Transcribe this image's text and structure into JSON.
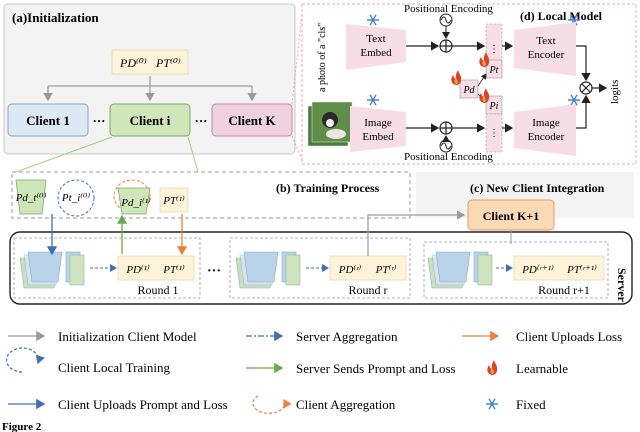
{
  "init": {
    "title": "(a)Initialization",
    "pd0": "PD⁽⁰⁾",
    "pt0": "PT⁽⁰⁾",
    "client1": "Client 1",
    "clienti": "Client i",
    "clientk": "Client K",
    "dots": "···"
  },
  "local": {
    "title": "(d) Local Model",
    "pos_enc_top": "Positional Encoding",
    "pos_enc_bottom": "Positional Encoding",
    "text_input": "a photo of a \"cls\"",
    "text_embed": "Text Embed",
    "image_embed": "Image Embed",
    "text_encoder": "Text Encoder",
    "image_encoder": "Image Encoder",
    "pt": "Pt",
    "pd": "Pd",
    "pi": "Pi",
    "logits": "logits"
  },
  "training": {
    "title": "(b) Training Process",
    "pd_t0": "Pd_t⁽⁰⁾",
    "pt_i0": "Pt_i⁽⁰⁾",
    "pd_i1": "Pd_i⁽¹⁾",
    "pt_1": "PT⁽¹⁾",
    "round1_pd": "PD⁽¹⁾",
    "round1_pt": "PT⁽¹⁾",
    "round1": "Round 1",
    "roundr_pd": "PD⁽ʳ⁾",
    "roundr_pt": "PT⁽ʳ⁾",
    "roundr": "Round r",
    "dots": "···"
  },
  "newclient": {
    "title": "(c) New Client Integration",
    "client": "Client K+1",
    "pd": "PD⁽ʳ⁺¹⁾",
    "pt": "PT⁽ʳ⁺¹⁾",
    "round": "Round r+1",
    "server": "Server"
  },
  "legend": {
    "l1": "Initialization Client Model",
    "l2": "Server Aggregation",
    "l3": "Client Uploads Loss",
    "l4": "Client Local Training",
    "l5": "Server Sends Prompt and Loss",
    "l6": "Learnable",
    "l7": "Client Uploads Prompt and Loss",
    "l8": "Client Aggregation",
    "l9": "Fixed"
  },
  "colors": {
    "client_blue": "#dce9f5",
    "client_green": "#cfe6b8",
    "client_pink": "#f0d2de",
    "embed_pink": "#f6dde6",
    "prompt_yellow": "#fdf3d8",
    "new_client_orange": "#fad9b5",
    "arrow_gray": "#9a9a9a",
    "arrow_blue": "#3f6fb5",
    "arrow_green": "#6aa84f",
    "arrow_orange": "#e8823a",
    "snow_blue": "#3d7fd1",
    "fire_red": "#d8442a"
  },
  "caption_fragment": "Figure 2"
}
